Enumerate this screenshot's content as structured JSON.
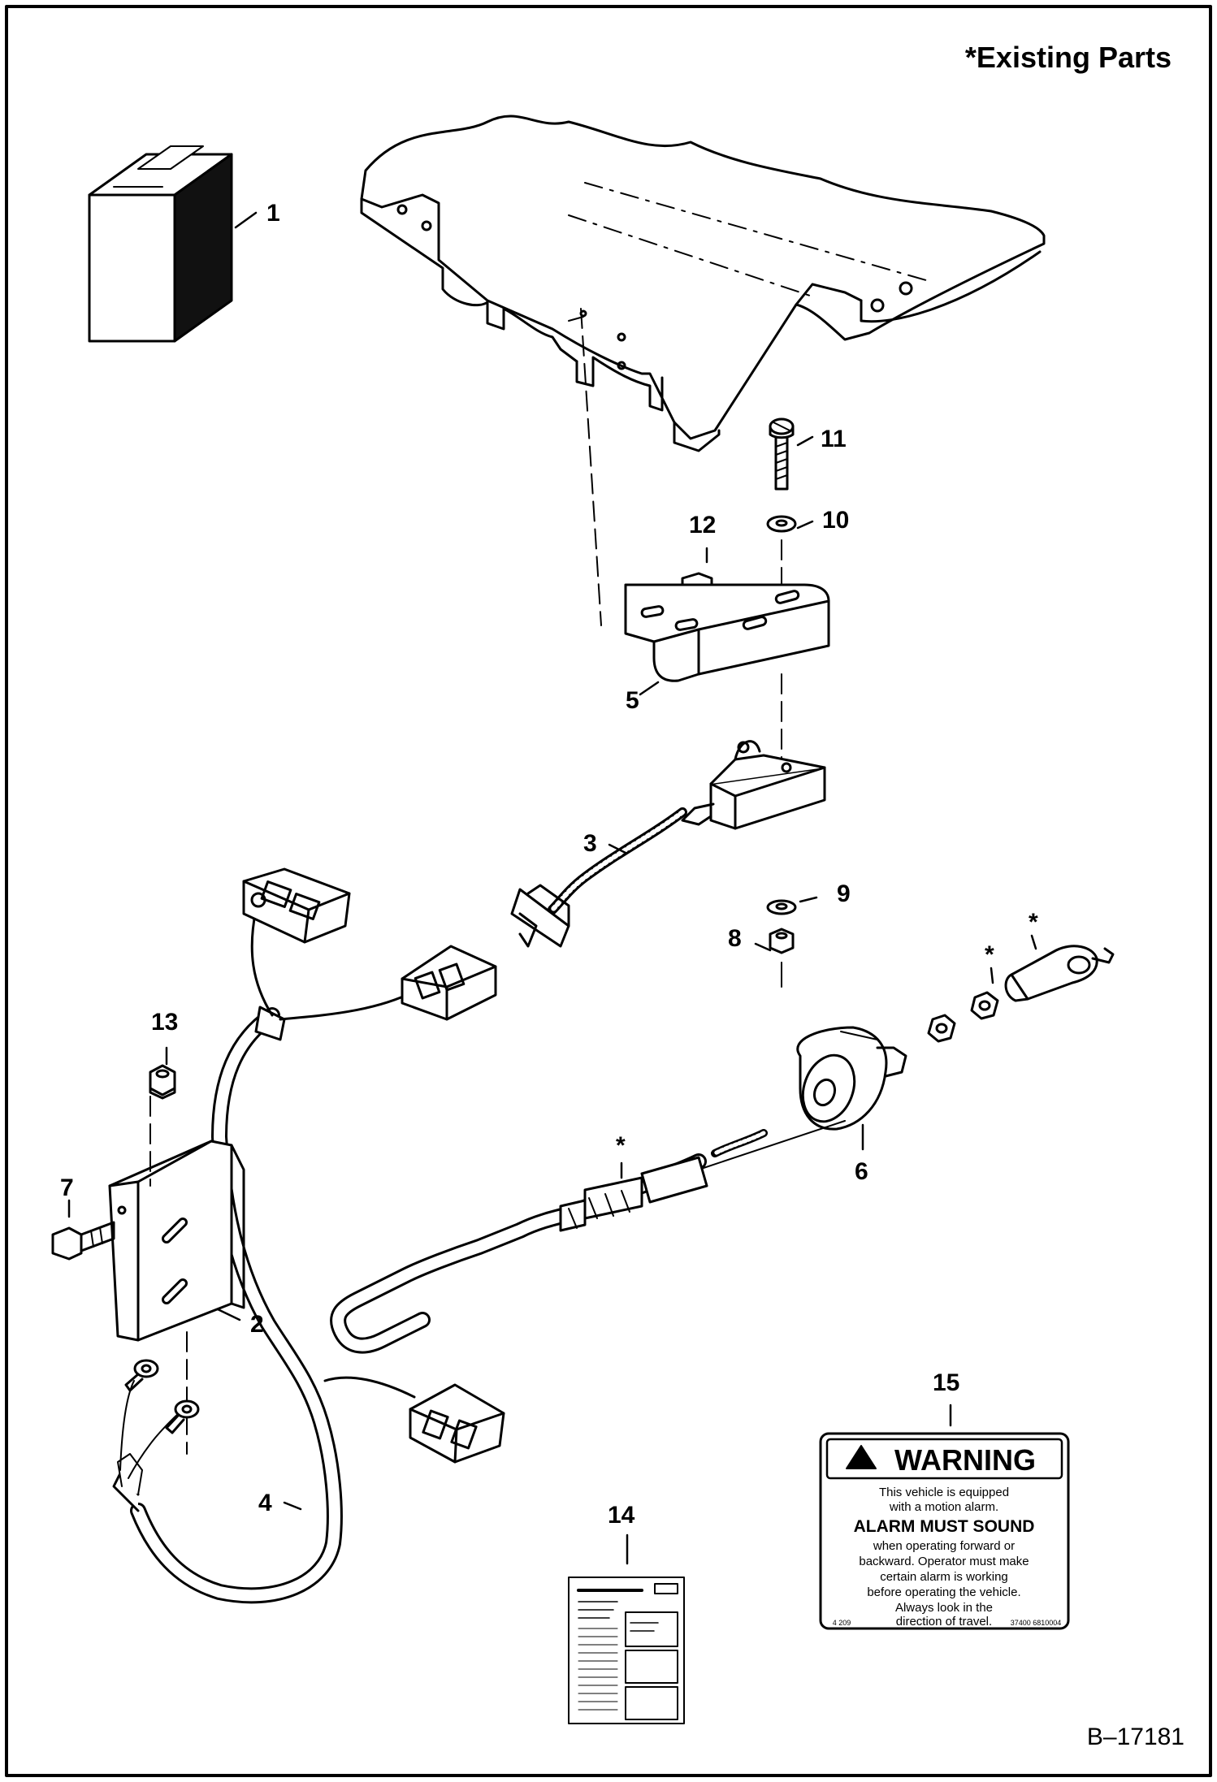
{
  "diagram": {
    "title": "*Existing Parts",
    "drawing_id": "B–17181",
    "existing_marker": "*",
    "callouts": [
      "1",
      "2",
      "3",
      "4",
      "5",
      "6",
      "7",
      "8",
      "9",
      "10",
      "11",
      "12",
      "13",
      "14",
      "15"
    ]
  },
  "decal": {
    "warning_label": "WARNING",
    "line1": "This vehicle is equipped",
    "line2": "with a motion alarm.",
    "headline": "ALARM MUST SOUND",
    "line3": "when operating forward or",
    "line4": "backward.  Operator must make",
    "line5": "certain alarm is working",
    "line6": "before operating the vehicle.",
    "line7": "Always look in the",
    "line8": "direction of travel.",
    "footer_left": "4 209",
    "footer_right": "37400 6810004"
  }
}
